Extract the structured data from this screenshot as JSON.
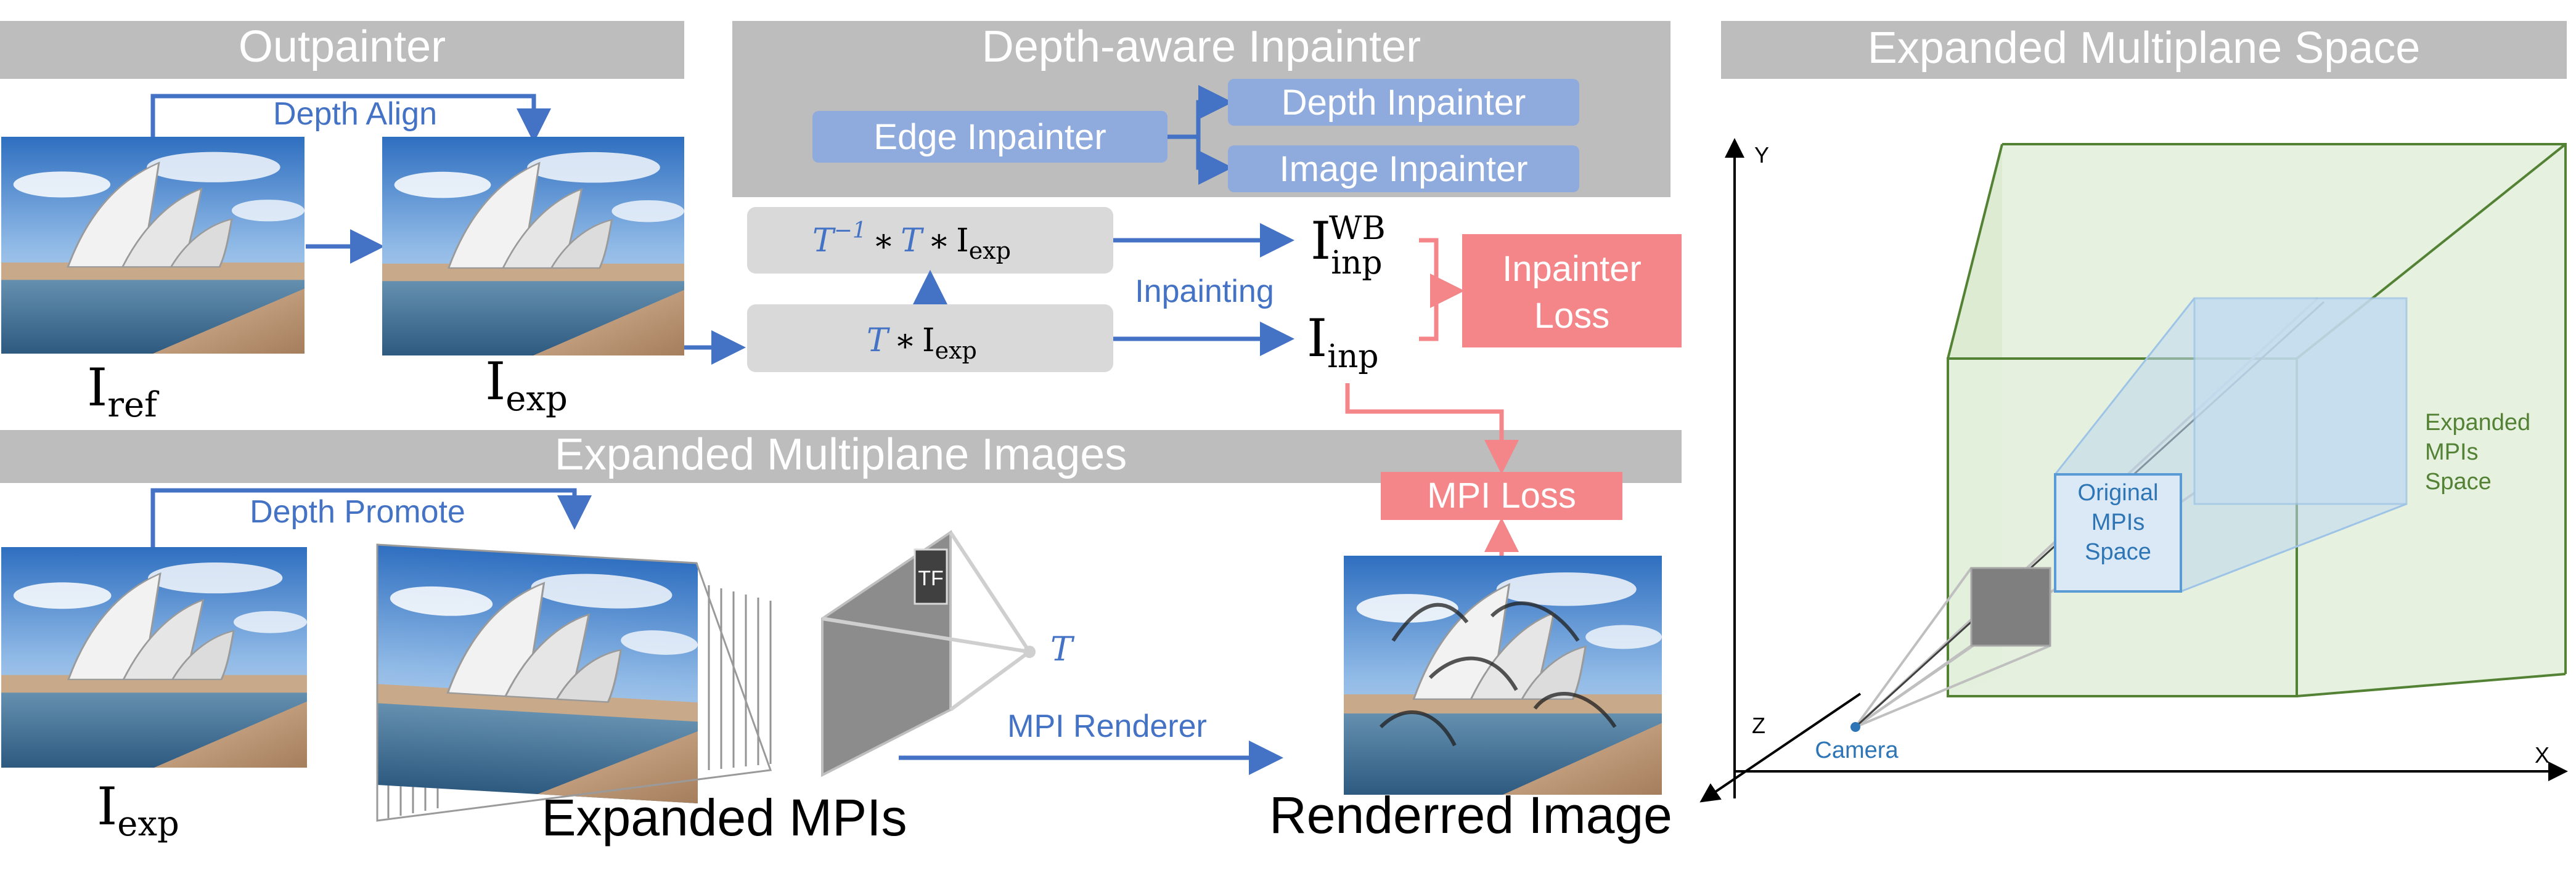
{
  "headers": {
    "outpainter": "Outpainter",
    "depth_aware_inpainter": "Depth-aware Inpainter",
    "expanded_multiplane_space": "Expanded Multiplane Space",
    "expanded_multiplane_images": "Expanded Multiplane Images"
  },
  "outpainter": {
    "depth_align": "Depth Align",
    "ref_caption_base": "I",
    "ref_caption_sub": "ref",
    "exp_caption_base": "I",
    "exp_caption_sub": "exp"
  },
  "inpainter": {
    "edge": "Edge Inpainter",
    "depth": "Depth Inpainter",
    "image": "Image Inpainter",
    "inpainting": "Inpainting",
    "t_inv": "T",
    "t_inv_sup": "−1",
    "star": "∗",
    "t": "T",
    "i": "I",
    "exp": "exp",
    "out_wb_base": "I",
    "out_wb_sub": "inp",
    "out_wb_sup": "WB",
    "out_base": "I",
    "out_sub": "inp",
    "inpainter_loss_line1": "Inpainter",
    "inpainter_loss_line2": "Loss",
    "mpi_loss": "MPI Loss"
  },
  "mpi": {
    "depth_promote": "Depth Promote",
    "exp_caption_base": "I",
    "exp_caption_sub": "exp",
    "expanded_mpis": "Expanded MPIs",
    "tf": "TF",
    "t": "T",
    "renderer": "MPI Renderer",
    "rendered_image": "Renderred Image"
  },
  "space": {
    "axis_y": "Y",
    "axis_z": "Z",
    "axis_x": "X",
    "camera": "Camera",
    "original_l1": "Original",
    "original_l2": "MPIs",
    "original_l3": "Space",
    "expanded_l1": "Expanded",
    "expanded_l2": "MPIs",
    "expanded_l3": "Space"
  },
  "colors": {
    "header_gray": "#bdbdbd",
    "box_gray": "#d9d9d9",
    "blue": "#4472c4",
    "blue_button": "#8faadc",
    "salmon": "#f4868a",
    "green": "#548235"
  },
  "icons": [
    "opera-house-photo",
    "opera-house-warped-photo",
    "mpi-stack",
    "camera-frustum",
    "rendered-photo"
  ]
}
